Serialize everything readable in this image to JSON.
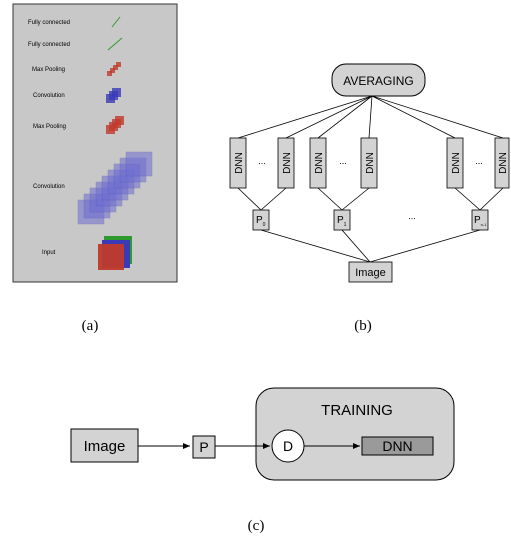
{
  "panel_a": {
    "caption": "(a)",
    "layers": [
      {
        "label": "Fully connected"
      },
      {
        "label": "Fully connected"
      },
      {
        "label": "Max Pooling"
      },
      {
        "label": "Convolution"
      },
      {
        "label": "Max Pooling"
      },
      {
        "label": "Convolution"
      },
      {
        "label": "Input"
      }
    ],
    "colors": {
      "background": "#c8c8c8",
      "green": "#2e9a2e",
      "red": "#c0392b",
      "blue": "#3a3ab8"
    }
  },
  "panel_b": {
    "caption": "(b)",
    "averaging": "AVERAGING",
    "dnn": "DNN",
    "ellipsis": "...",
    "p_labels": [
      {
        "base": "P",
        "sub": "0"
      },
      {
        "base": "P",
        "sub": "1"
      },
      {
        "base": "P",
        "sub": "n-1"
      }
    ],
    "image": "Image"
  },
  "panel_c": {
    "caption": "(c)",
    "image": "Image",
    "p": "P",
    "d": "D",
    "dnn": "DNN",
    "training": "TRAINING",
    "colors": {
      "box": "#d3d3d3",
      "dnn_fill": "#9a9a9a"
    }
  }
}
